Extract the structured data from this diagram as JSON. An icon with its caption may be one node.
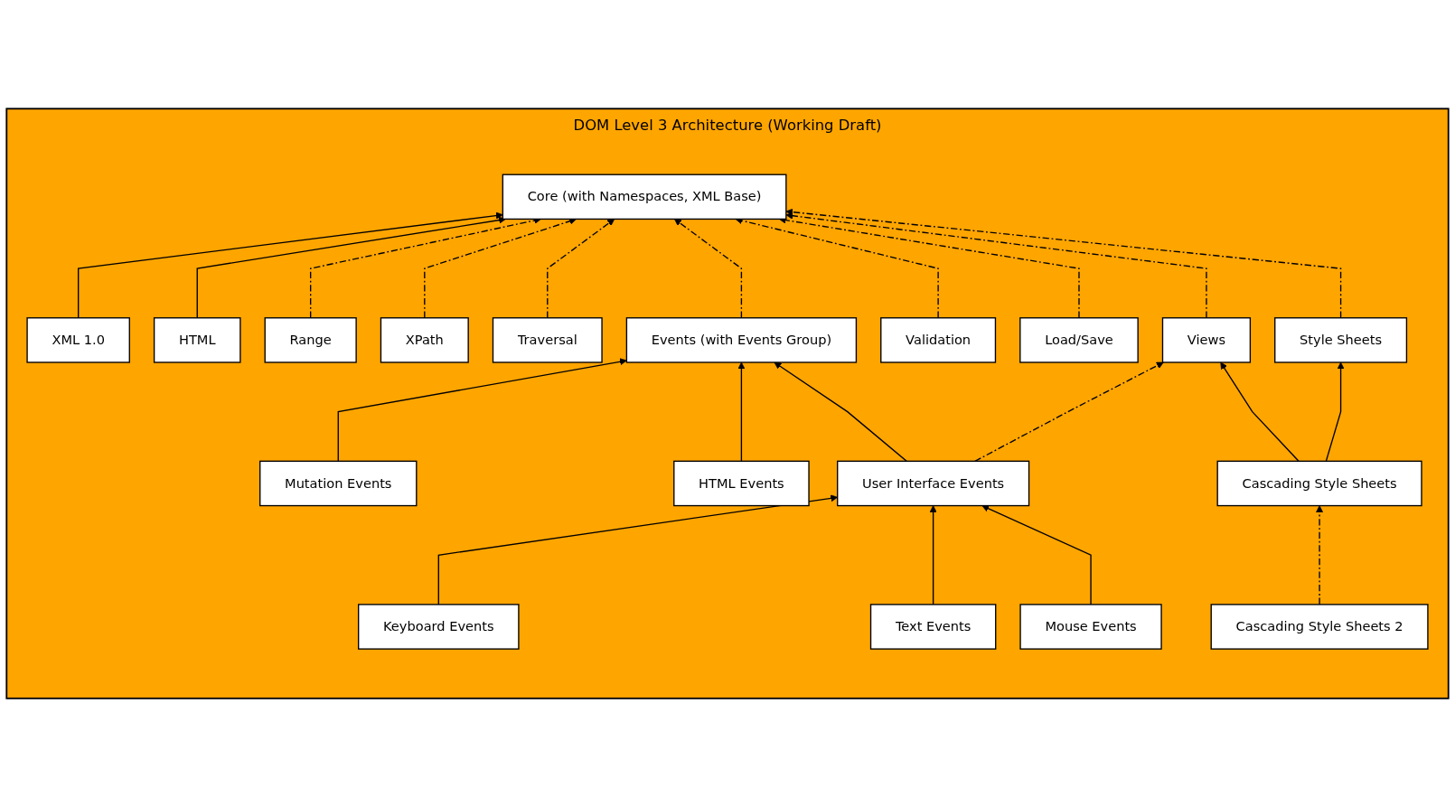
{
  "diagram": {
    "nodes": [
      {
        "text": [
          "DOM Level 3 Architecture (Working Draft)"
        ]
      },
      {
        "text": [
          "Core (with Namespaces, XML Base)"
        ],
        "in": 0
      },
      {
        "text": [
          "XML 1.0"
        ],
        "in": 0
      },
      {
        "text": [
          "HTML"
        ],
        "in": 0
      },
      {
        "text": [
          "Range"
        ],
        "in": 0
      },
      {
        "text": [
          "Traversal"
        ],
        "in": 0
      },
      {
        "text": [
          "Validation"
        ],
        "in": 0
      },
      {
        "text": [
          "Load/Save"
        ],
        "in": 0
      },
      {
        "text": [
          "Views"
        ],
        "in": 0
      },
      {
        "text": [
          "XPath"
        ],
        "in": 0
      },
      {
        "text": [
          "Events (with Events Group)"
        ],
        "in": 0
      },
      {
        "text": [
          "Style Sheets"
        ],
        "in": 0
      },
      {
        "text": [
          "Mutation Events"
        ],
        "in": 0
      },
      {
        "text": [
          "HTML Events"
        ],
        "in": 0
      },
      {
        "text": [
          "User Interface Events"
        ],
        "in": 0
      },
      {
        "text": [
          "Cascading Style Sheets"
        ],
        "in": 0
      },
      {
        "text": [
          "Keyboard Events"
        ],
        "in": 0
      },
      {
        "text": [
          "Text Events"
        ],
        "in": 0
      },
      {
        "text": [
          "Mouse Events"
        ],
        "in": 0
      },
      {
        "text": [
          "Cascading Style Sheets 2"
        ],
        "in": 0
      }
    ],
    "edges": [
      {
        "from": 2,
        "to": 1,
        "arrow": "to"
      },
      {
        "from": 3,
        "to": 1,
        "arrow": "to"
      },
      {
        "from": 4,
        "to": 1,
        "arrow": "to",
        "style": "dashed"
      },
      {
        "from": 9,
        "to": 1,
        "arrow": "to",
        "style": "dashed"
      },
      {
        "from": 5,
        "to": 1,
        "arrow": "to",
        "style": "dashed"
      },
      {
        "from": 10,
        "to": 1,
        "arrow": "to",
        "style": "dashed"
      },
      {
        "from": 6,
        "to": 1,
        "arrow": "to",
        "style": "dashed"
      },
      {
        "from": 7,
        "to": 1,
        "arrow": "to",
        "style": "dashed"
      },
      {
        "from": 8,
        "to": 1,
        "arrow": "to",
        "style": "dashed"
      },
      {
        "from": 11,
        "to": 1,
        "arrow": "to",
        "style": "dashed"
      },
      {
        "from": 12,
        "to": 10,
        "arrow": "to"
      },
      {
        "from": 13,
        "to": 10,
        "arrow": "to"
      },
      {
        "from": 14,
        "to": 10,
        "arrow": "to"
      },
      {
        "from": 14,
        "to": 8,
        "arrow": "to",
        "style": "dashed"
      },
      {
        "from": 15,
        "to": 8,
        "arrow": "to"
      },
      {
        "from": 15,
        "to": 11,
        "arrow": "to"
      },
      {
        "from": 16,
        "to": 14,
        "arrow": "to"
      },
      {
        "from": 17,
        "to": 14,
        "arrow": "to"
      },
      {
        "from": 18,
        "to": 14,
        "arrow": "to"
      },
      {
        "from": 19,
        "to": 15,
        "arrow": "to",
        "style": "dashed"
      }
    ]
  }
}
